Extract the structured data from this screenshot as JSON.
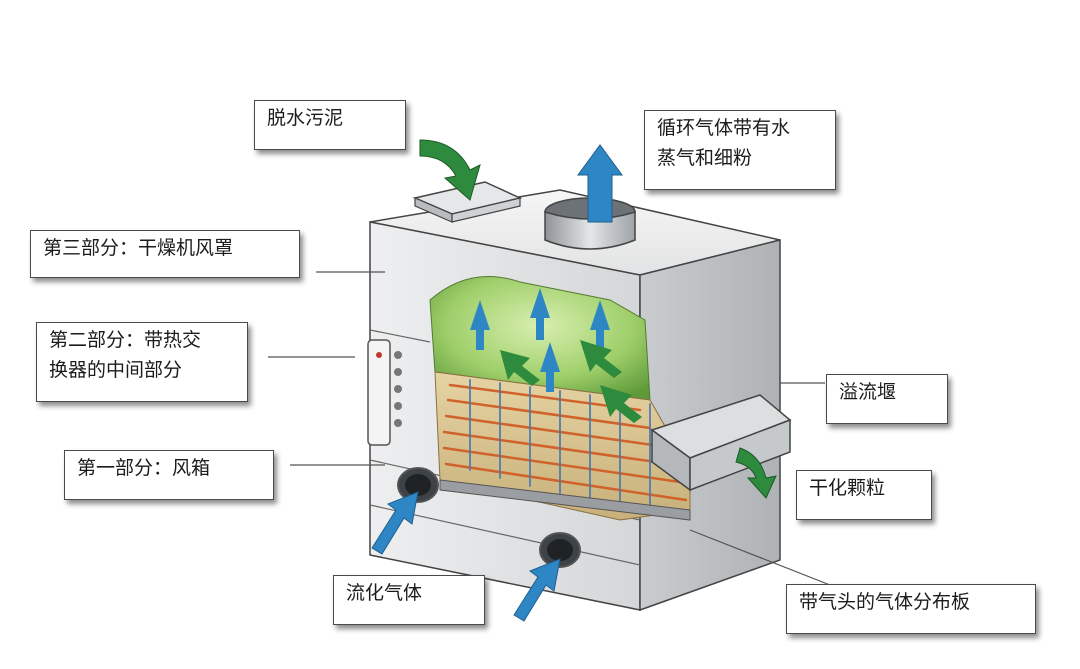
{
  "diagram": {
    "labels": {
      "dewatered_sludge": "脱水污泥",
      "cycle_gas": [
        "循环气体带有水",
        "蒸气和细粉"
      ],
      "part3": "第三部分：干燥机风罩",
      "part2": [
        "第二部分：带热交",
        "换器的中间部分"
      ],
      "part1": "第一部分：风箱",
      "overflow_weir": "溢流堰",
      "dry_granules": "干化颗粒",
      "fluidizing_gas": "流化气体",
      "distribution_plate": "带气头的气体分布板"
    },
    "colors": {
      "outline": "#3a3a3a",
      "housing": "#d9dbdc",
      "bed_green": "#86b35a",
      "arrow_blue": "#2f86c4",
      "arrow_green": "#2e8b3e",
      "tube_orange": "#e07a3a"
    }
  }
}
